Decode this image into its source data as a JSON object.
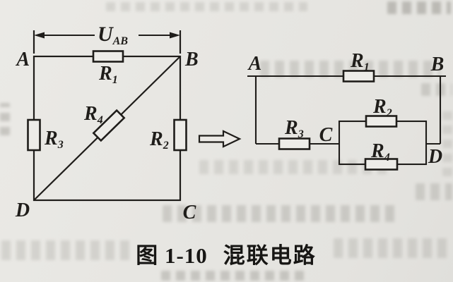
{
  "colors": {
    "paper": "#e8e7e3",
    "ink": "#1f1d1a",
    "resistor_fill": "#edece8"
  },
  "caption": {
    "fig_label": "图 1-10",
    "title": "混联电路"
  },
  "left_circuit": {
    "voltage": {
      "base": "U",
      "sub": "AB"
    },
    "nodes": {
      "a": "A",
      "b": "B",
      "c": "C",
      "d": "D"
    },
    "resistors": {
      "r1": {
        "base": "R",
        "sub": "1"
      },
      "r2": {
        "base": "R",
        "sub": "2"
      },
      "r3": {
        "base": "R",
        "sub": "3"
      },
      "r4": {
        "base": "R",
        "sub": "4"
      }
    }
  },
  "right_circuit": {
    "nodes": {
      "a": "A",
      "b": "B",
      "c": "C",
      "d": "D"
    },
    "resistors": {
      "r1": {
        "base": "R",
        "sub": "1"
      },
      "r2": {
        "base": "R",
        "sub": "2"
      },
      "r3": {
        "base": "R",
        "sub": "3"
      },
      "r4": {
        "base": "R",
        "sub": "4"
      }
    }
  }
}
